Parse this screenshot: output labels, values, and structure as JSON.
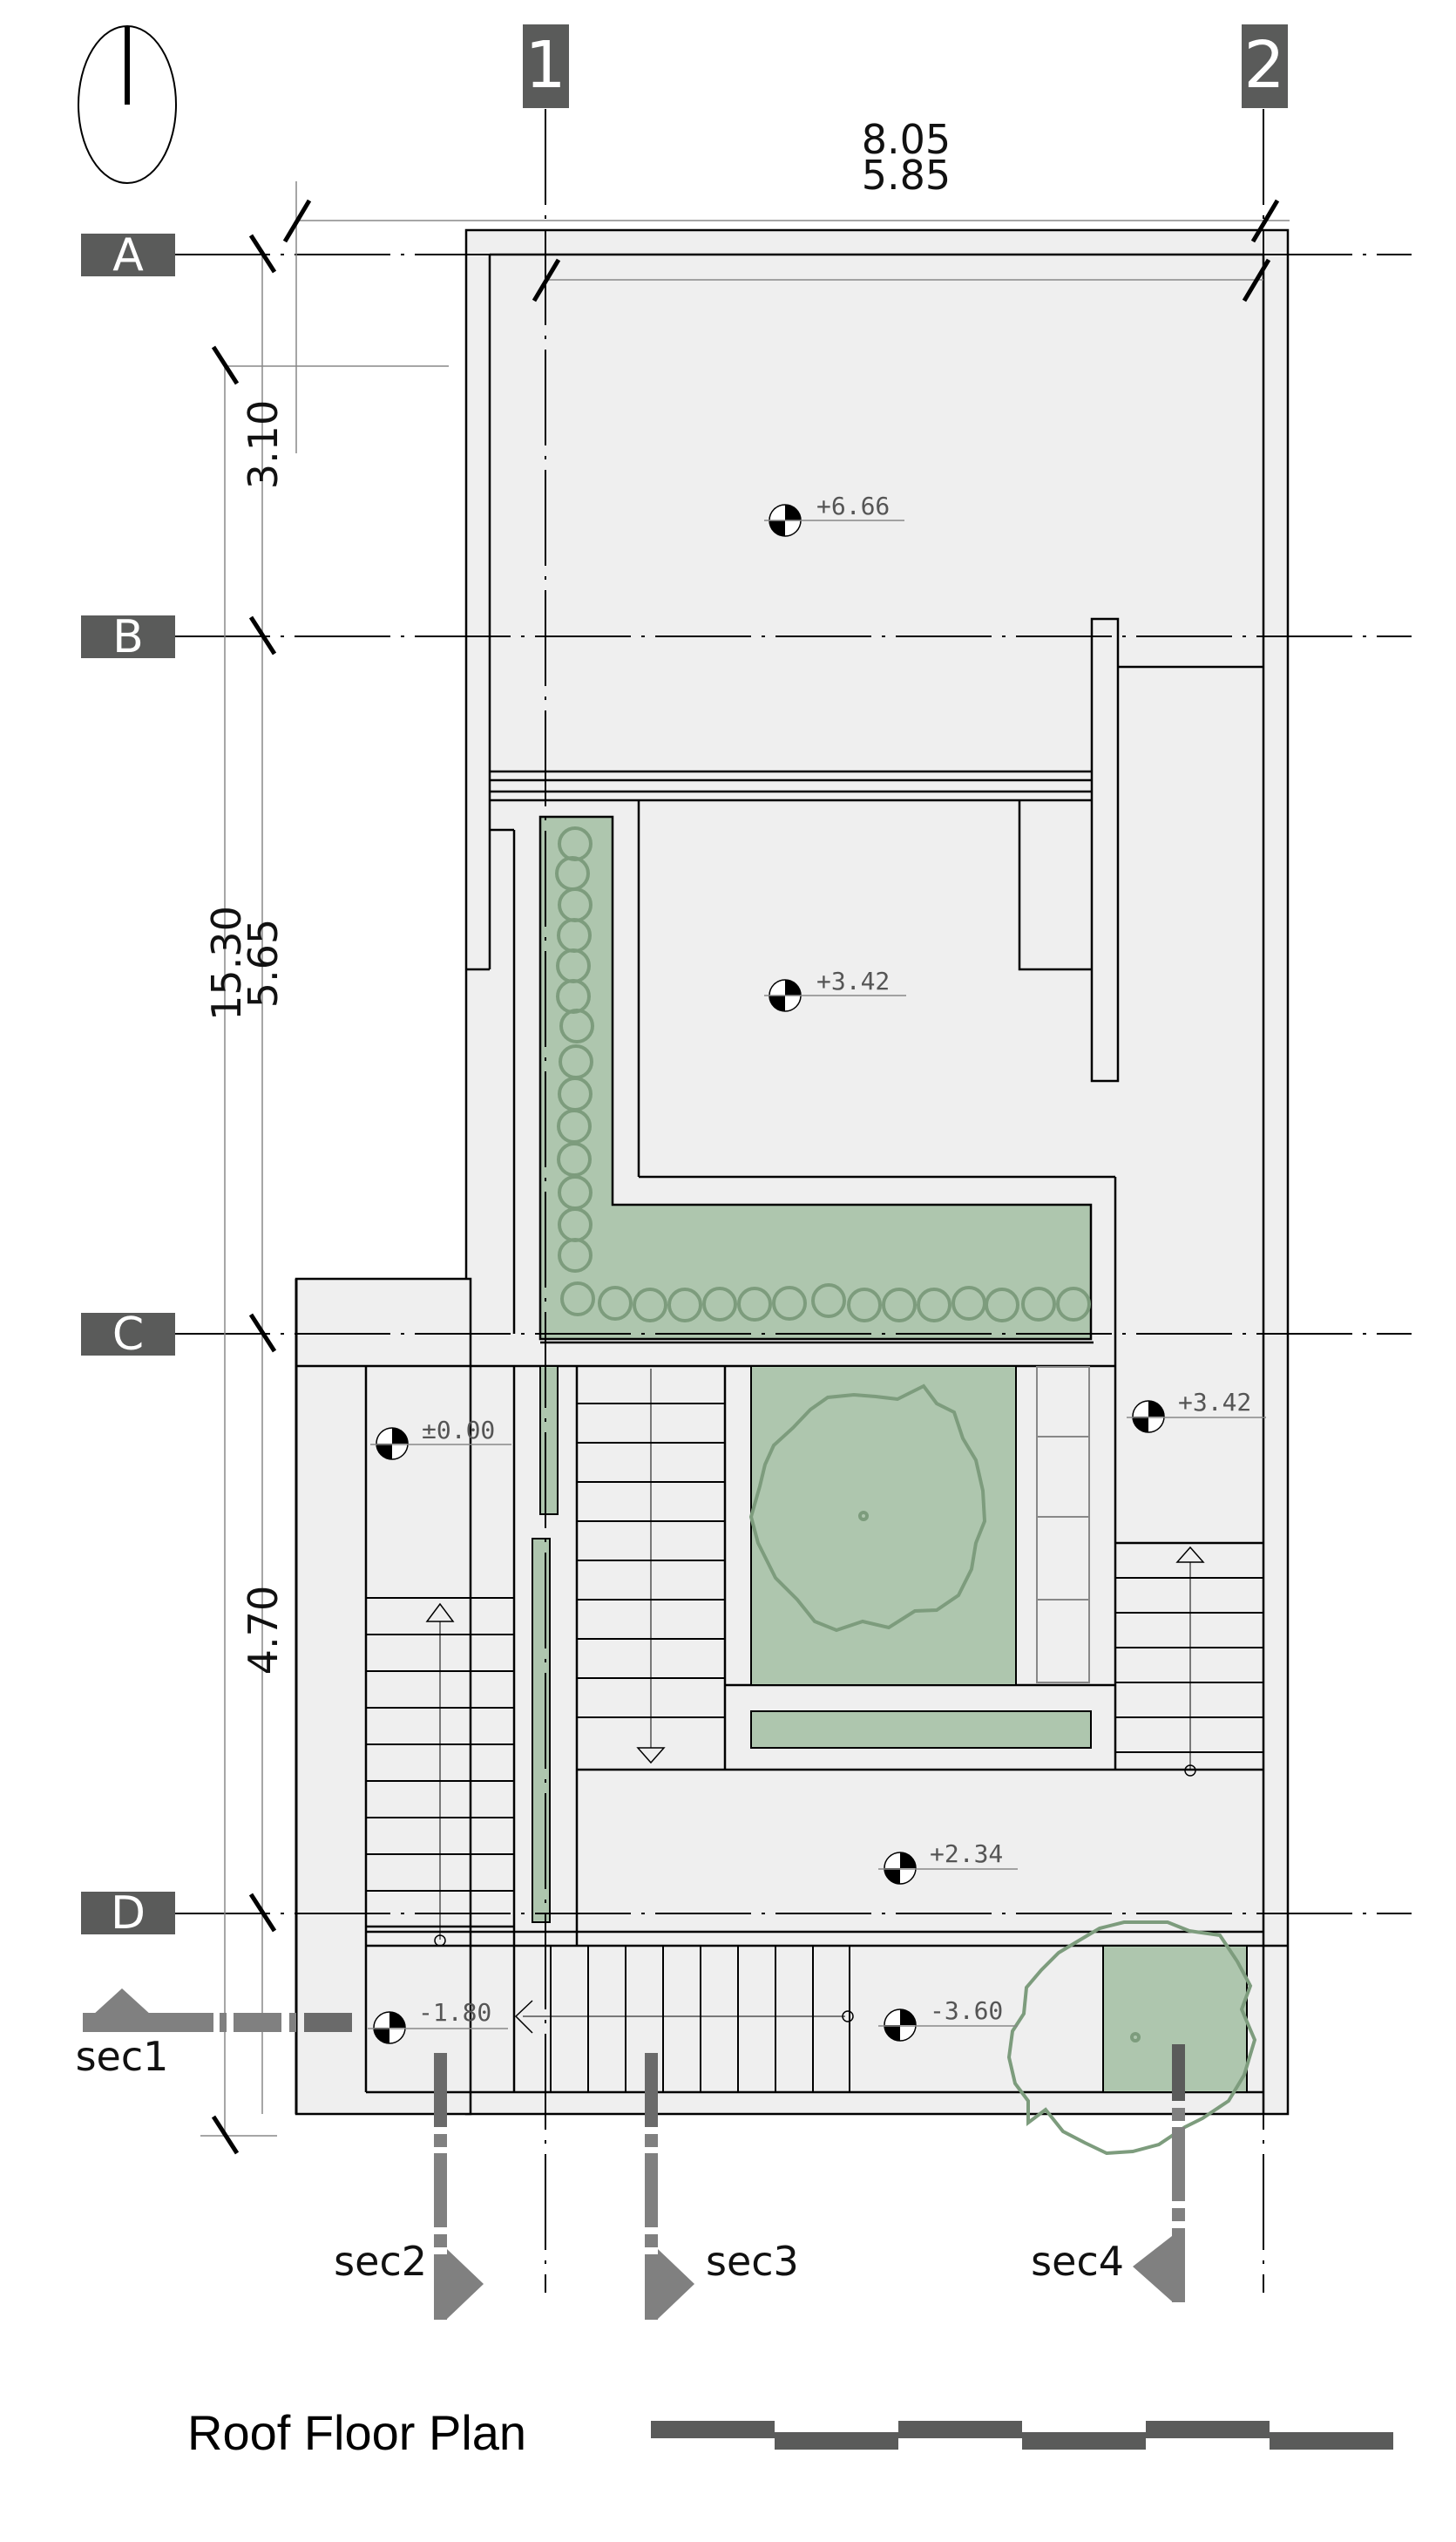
{
  "drawing": {
    "title": "Roof Floor Plan",
    "north_arrow": "north-arrow-icon",
    "colors": {
      "background": "#ffffff",
      "floor_fill": "#efefef",
      "planter_fill": "#aec6ae",
      "planter_stroke": "#7d9c7d",
      "bubble_fill": "#5a5b5a",
      "section_marker": "#808080",
      "scale_bar": "#5a5b5a",
      "wall_line": "#000000",
      "dim_line": "#888888"
    }
  },
  "grid": {
    "columns": [
      {
        "label": "1"
      },
      {
        "label": "2"
      }
    ],
    "rows": [
      {
        "label": "A"
      },
      {
        "label": "B"
      },
      {
        "label": "C"
      },
      {
        "label": "D"
      }
    ]
  },
  "dimensions": {
    "horizontal": [
      {
        "value": "8.05",
        "label": "overall width"
      },
      {
        "value": "5.85",
        "label": "grid 1 to 2"
      }
    ],
    "vertical": [
      {
        "value": "3.10",
        "label": "A to B"
      },
      {
        "value": "5.65",
        "label": "B to C"
      },
      {
        "value": "15.30",
        "label": "overall length"
      },
      {
        "value": "4.70",
        "label": "C to D"
      }
    ]
  },
  "elevations": [
    {
      "value": "+6.66"
    },
    {
      "value": "+3.42"
    },
    {
      "value": "±0.00"
    },
    {
      "value": "+3.42"
    },
    {
      "value": "+2.34"
    },
    {
      "value": "-1.80"
    },
    {
      "value": "-3.60"
    }
  ],
  "sections": [
    {
      "label": "sec1"
    },
    {
      "label": "sec2"
    },
    {
      "label": "sec3"
    },
    {
      "label": "sec4"
    }
  ]
}
